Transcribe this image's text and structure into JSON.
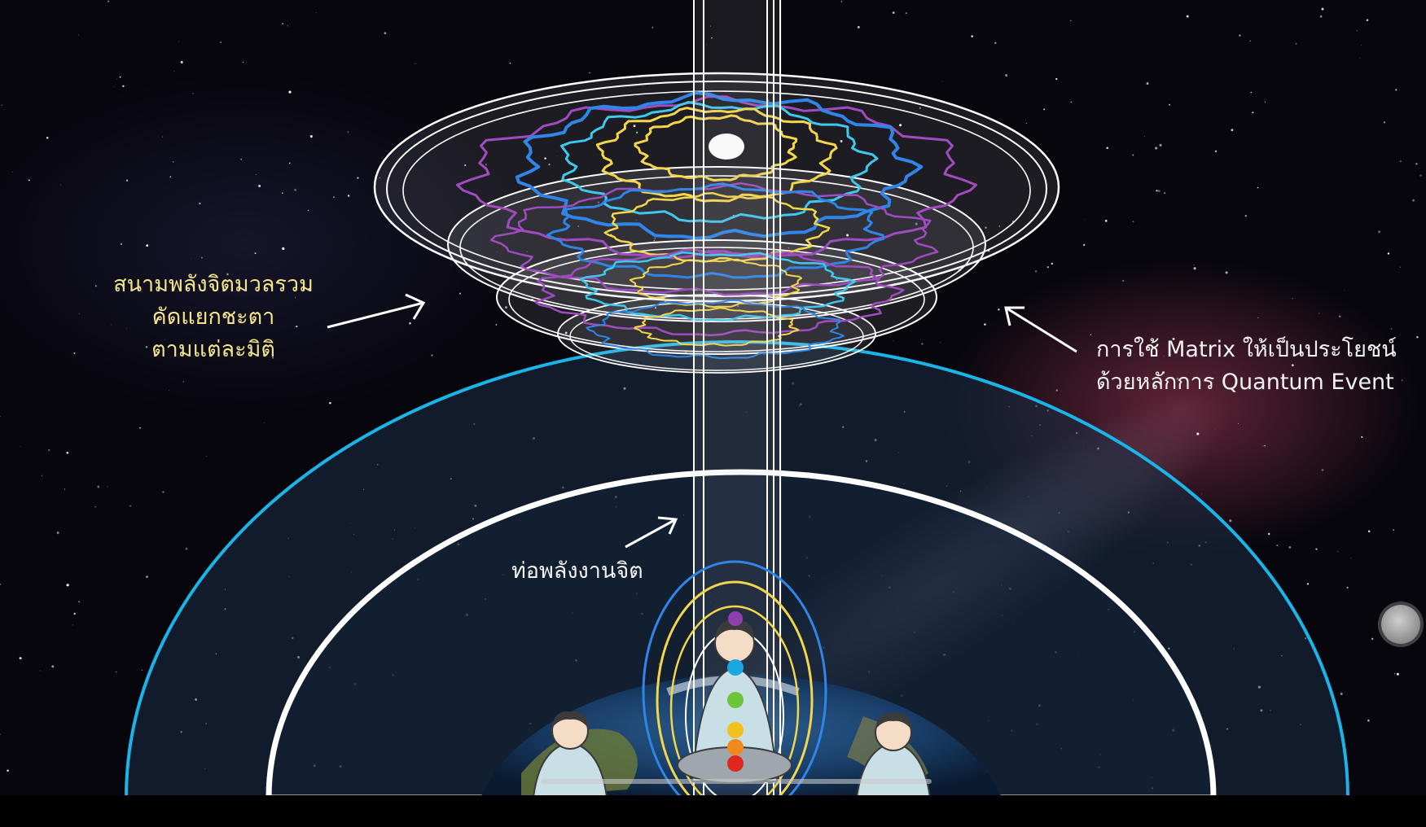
{
  "captions": {
    "left": [
      "สนามพลังจิตมวลรวม",
      "คัดแยกชะตา",
      "ตามแต่ละมิติ"
    ],
    "right": [
      "การใช้ Matrix ให้เป็นประโยชน์",
      "ด้วยหลักการ Quantum Event"
    ],
    "tube": "ท่อพลังงานจิต"
  },
  "colors": {
    "caption_yellow": "#f5e58a",
    "ring_purple": "#a04cc0",
    "ring_blue": "#2f86e8",
    "ring_cyan": "#3fc8ee",
    "ring_yellow": "#f4d64a",
    "sky_arc": "#1ab4e6",
    "chakra": [
      "#8e3fb0",
      "#1aa6e0",
      "#6cc43a",
      "#f2c11e",
      "#f08a1c",
      "#e0261d"
    ]
  },
  "icons": {
    "arrows": "white-arrow-icon",
    "handle": "scrub-handle",
    "earth": "earth-globe"
  }
}
